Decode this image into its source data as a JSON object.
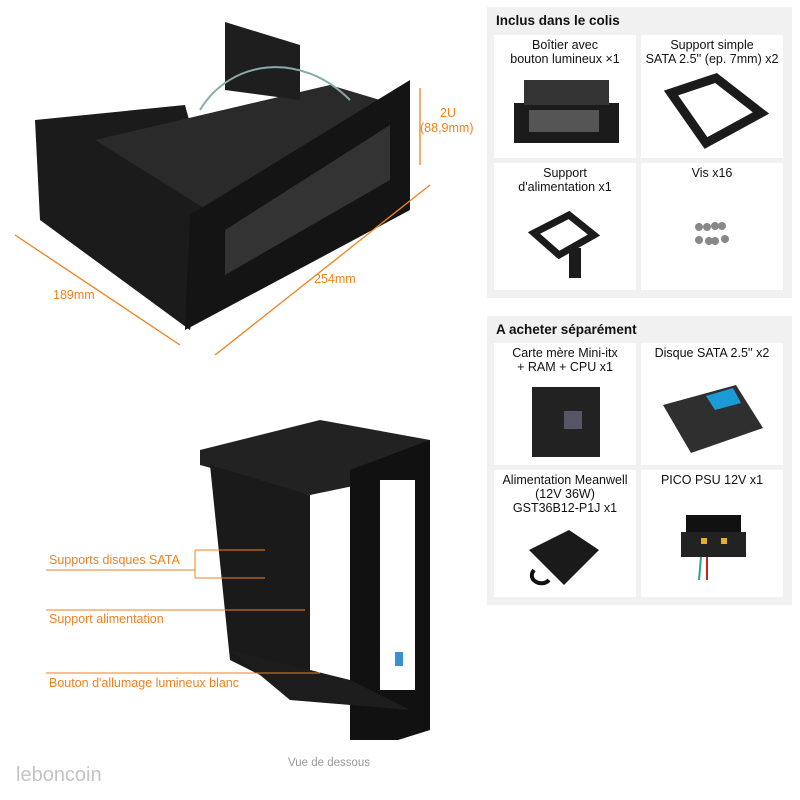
{
  "dimensions": {
    "height": "2U",
    "height_mm": "(88,9mm)",
    "depth": "189mm",
    "width": "254mm"
  },
  "included": {
    "title": "Inclus dans le colis",
    "items": [
      {
        "label1": "Boîtier avec",
        "label2": "bouton lumineux ×1"
      },
      {
        "label1": "Support simple",
        "label2": "SATA 2.5'' (ep. 7mm) x2"
      },
      {
        "label1": "Support",
        "label2": "d'alimentation x1"
      },
      {
        "label1": "Vis x16",
        "label2": ""
      }
    ]
  },
  "separate": {
    "title": "A acheter séparément",
    "items": [
      {
        "label1": "Carte mère Mini-itx",
        "label2": "+ RAM + CPU x1",
        "label3": ""
      },
      {
        "label1": "Disque SATA 2.5'' x2",
        "label2": "",
        "label3": ""
      },
      {
        "label1": "Alimentation Meanwell",
        "label2": "(12V 36W)",
        "label3": "GST36B12-P1J x1"
      },
      {
        "label1": "PICO PSU 12V x1",
        "label2": "",
        "label3": ""
      }
    ]
  },
  "annotations": {
    "sata": "Supports disques SATA",
    "psu": "Support alimentation",
    "button": "Bouton d'allumage lumineux blanc"
  },
  "bottom_caption": "Vue de dessous",
  "watermark": "leboncoin",
  "colors": {
    "accent": "#f0821e",
    "panel": "#f1f1f1"
  }
}
